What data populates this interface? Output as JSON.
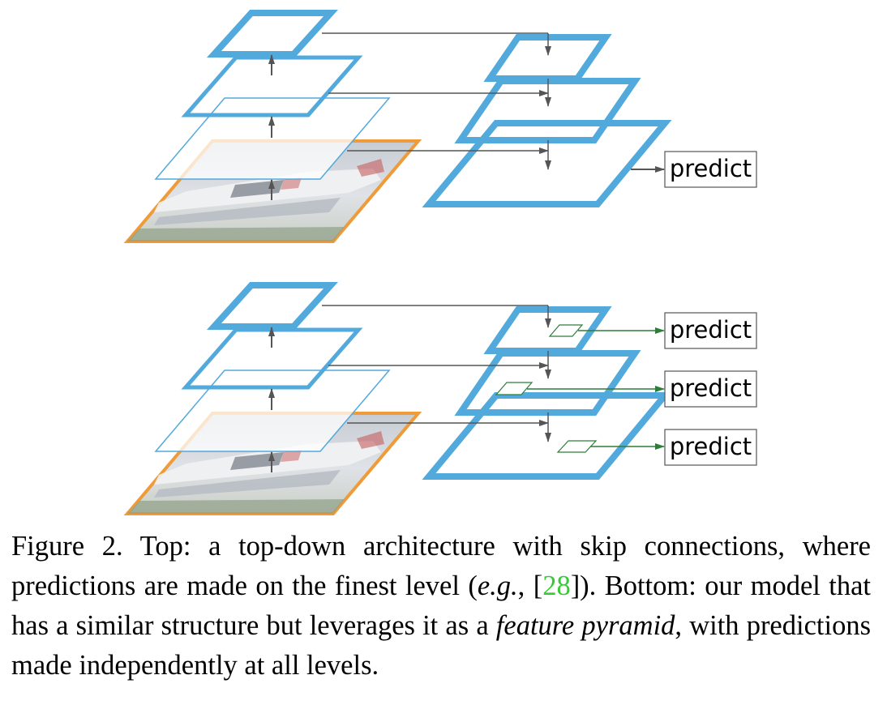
{
  "diagrams": {
    "top": {
      "predict_labels": [
        "predict"
      ]
    },
    "bottom": {
      "predict_labels": [
        "predict",
        "predict",
        "predict"
      ]
    }
  },
  "colors": {
    "feature_map": "#52a9db",
    "image_border": "#ef9b39",
    "arrow": "#555555",
    "predict_arrow": "#2f7d3b"
  },
  "caption": {
    "line1": "Figure 2. Top: a top-down architecture with skip connections,",
    "line2_a": "where predictions are made on the finest level (",
    "line2_eg": "e.g.",
    "line2_b": ", [",
    "line2_cite": "28",
    "line2_c": "]). Bottom:",
    "line3_a": "our model that has a similar structure but leverages it as a ",
    "line3_em": "feature",
    "line4_em": "pyramid",
    "line4_b": ", with predictions made independently at all levels."
  }
}
